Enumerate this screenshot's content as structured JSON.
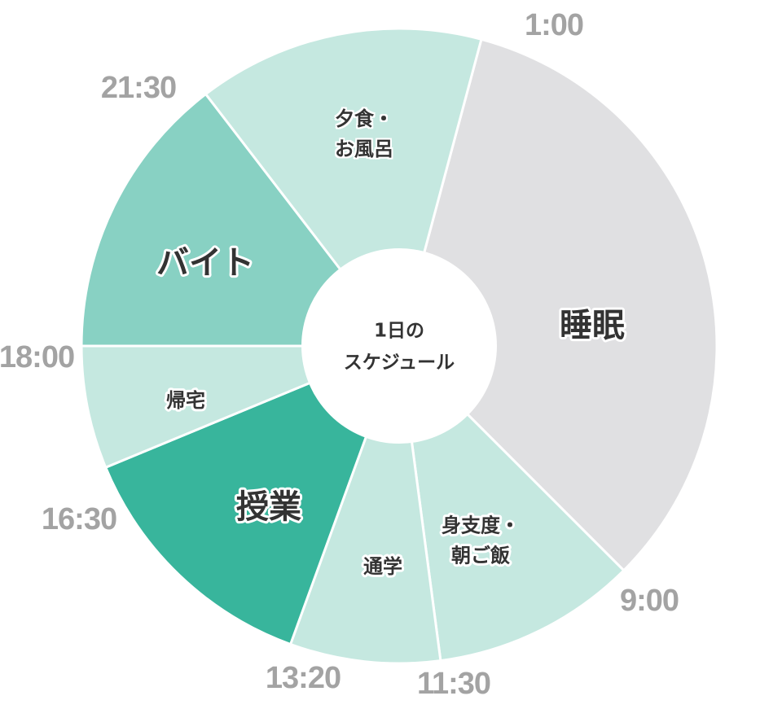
{
  "chart_data": {
    "type": "pie",
    "title": "1日のスケジュール",
    "title_lines": [
      "1日の",
      "スケジュール"
    ],
    "unit": "hours (24h clock)",
    "segments": [
      {
        "label": "睡眠",
        "label_lines": [
          "睡眠"
        ],
        "start": "1:00",
        "end": "9:00",
        "hours": 8,
        "color": "#e0e0e2"
      },
      {
        "label": "身支度・朝ご飯",
        "label_lines": [
          "身支度・",
          "朝ご飯"
        ],
        "start": "9:00",
        "end": "11:30",
        "hours": 2.5,
        "color": "#c5e8e0"
      },
      {
        "label": "通学",
        "label_lines": [
          "通学"
        ],
        "start": "11:30",
        "end": "13:20",
        "hours": 1.83,
        "color": "#c5e8e0"
      },
      {
        "label": "授業",
        "label_lines": [
          "授業"
        ],
        "start": "13:20",
        "end": "16:30",
        "hours": 3.17,
        "color": "#38b59c"
      },
      {
        "label": "帰宅",
        "label_lines": [
          "帰宅"
        ],
        "start": "16:30",
        "end": "18:00",
        "hours": 1.5,
        "color": "#c5e8e0"
      },
      {
        "label": "バイト",
        "label_lines": [
          "バイト"
        ],
        "start": "18:00",
        "end": "21:30",
        "hours": 3.5,
        "color": "#88d1c3"
      },
      {
        "label": "夕食・お風呂",
        "label_lines": [
          "夕食・",
          "お風呂"
        ],
        "start": "21:30",
        "end": "1:00",
        "hours": 3.5,
        "color": "#c5e8e0"
      }
    ],
    "time_labels": [
      "1:00",
      "9:00",
      "11:30",
      "13:20",
      "16:30",
      "18:00",
      "21:30"
    ]
  }
}
